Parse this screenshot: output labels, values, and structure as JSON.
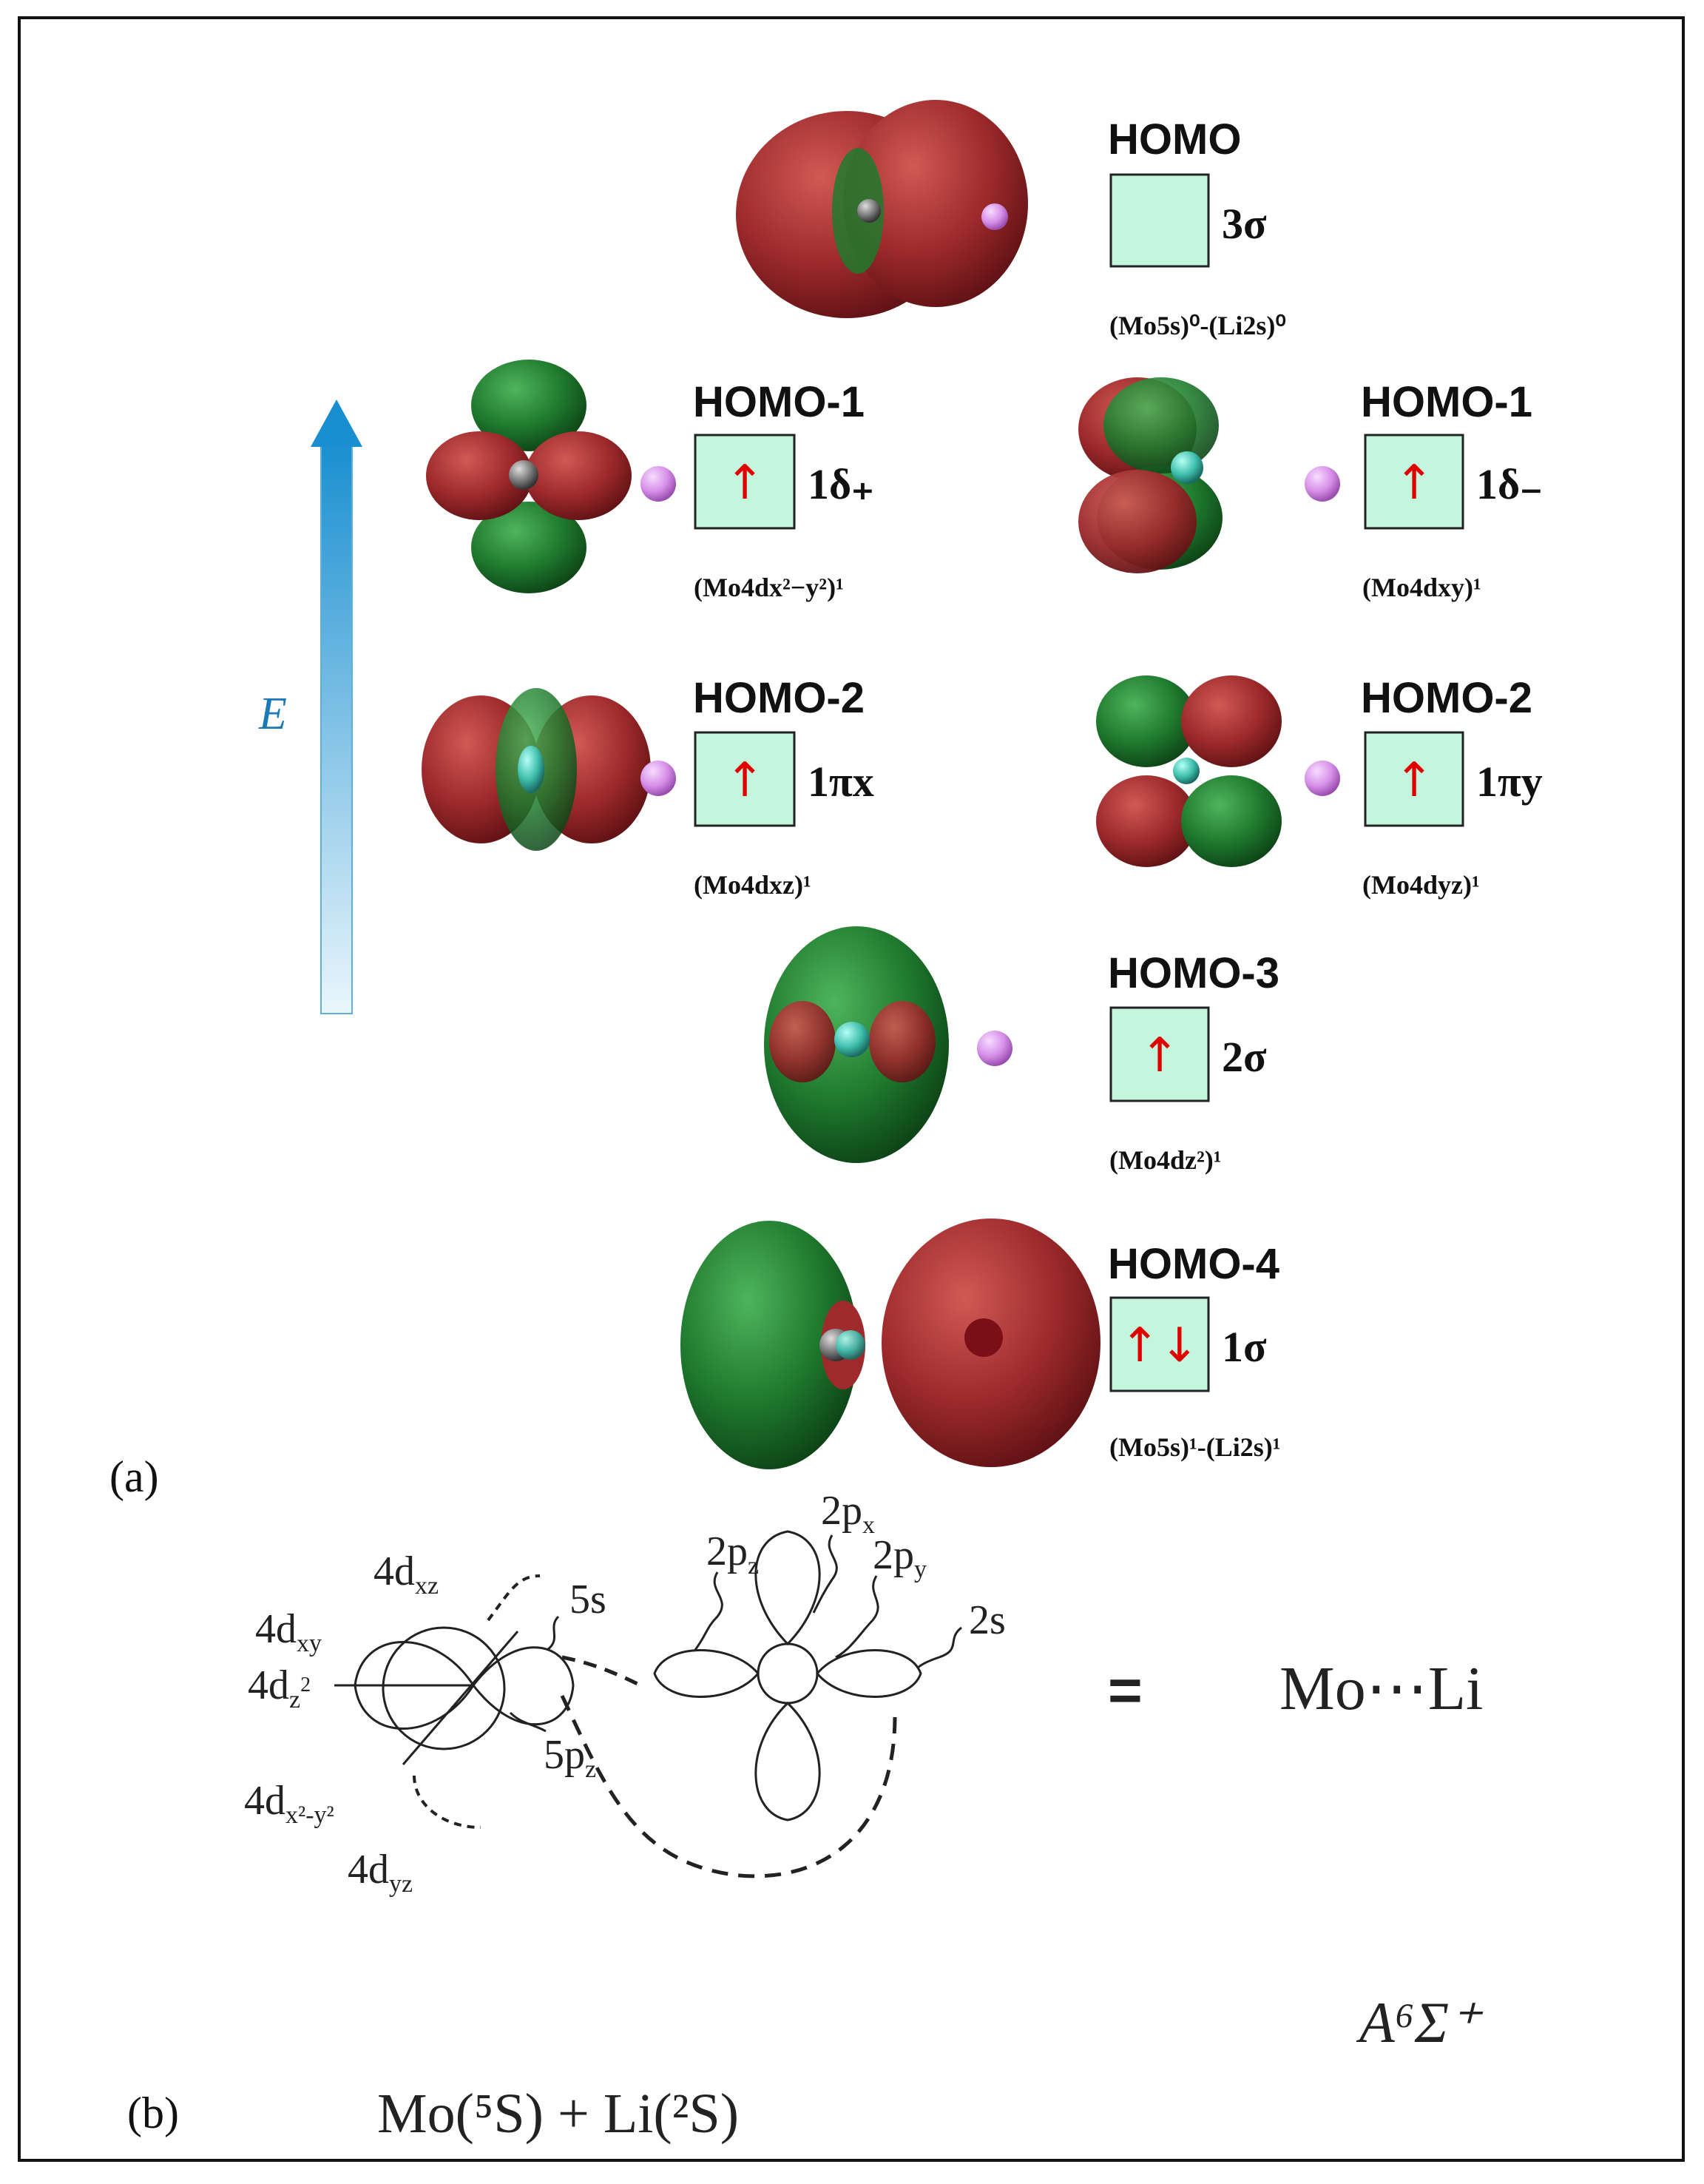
{
  "energy_label": "E",
  "orbitals": [
    {
      "name": "HOMO",
      "label": "HOMO",
      "occupancy": "",
      "symmetry": "3σ",
      "config": "(Mo5s)⁰-(Li2s)⁰"
    },
    {
      "name": "HOMO-1-delta-plus",
      "label": "HOMO-1",
      "occupancy": "↑",
      "symmetry": "1δ₊",
      "config": "(Mo4dx²−y²)¹"
    },
    {
      "name": "HOMO-1-delta-minus",
      "label": "HOMO-1",
      "occupancy": "↑",
      "symmetry": "1δ₋",
      "config": "(Mo4dxy)¹"
    },
    {
      "name": "HOMO-2-pi-x",
      "label": "HOMO-2",
      "occupancy": "↑",
      "symmetry": "1πx",
      "config": "(Mo4dxz)¹"
    },
    {
      "name": "HOMO-2-pi-y",
      "label": "HOMO-2",
      "occupancy": "↑",
      "symmetry": "1πy",
      "config": "(Mo4dyz)¹"
    },
    {
      "name": "HOMO-3",
      "label": "HOMO-3",
      "occupancy": "↑",
      "symmetry": "2σ",
      "config": "(Mo4dz²)¹"
    },
    {
      "name": "HOMO-4",
      "label": "HOMO-4",
      "occupancy": "↑↓",
      "symmetry": "1σ",
      "config": "(Mo5s)¹-(Li2s)¹"
    }
  ],
  "panel_a": "(a)",
  "panel_b": "(b)",
  "scheme": {
    "mo_orbitals": [
      "4dxz",
      "4dxy",
      "4dz2",
      "4dx2-y2",
      "4dyz",
      "5s",
      "5pz"
    ],
    "li_orbitals": [
      "2px",
      "2pz",
      "2py",
      "2s"
    ],
    "equals": "=",
    "product": "Mo⋯Li",
    "state": "A⁶Σ⁺",
    "reactants": "Mo(⁵S)  +  Li(²S)"
  },
  "colors": {
    "positive_lobe": "#9e2a2c",
    "negative_lobe": "#1f7a2e",
    "mo_atom": "#3fbfae",
    "li_atom": "#d68fe8",
    "box_fill": "#c4f5dd",
    "spin_arrow": "#e00000",
    "energy_arrow": "#1a8fd0"
  }
}
